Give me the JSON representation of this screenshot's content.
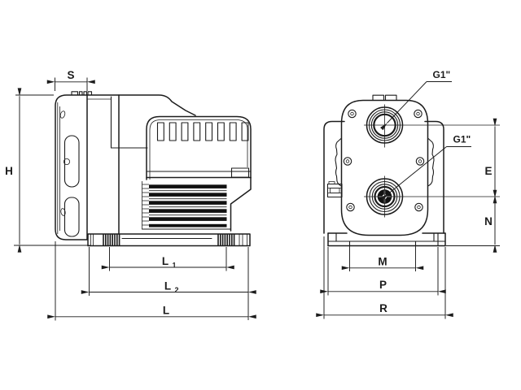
{
  "colors": {
    "line": "#1c1c1c",
    "background": "#ffffff",
    "fin_fill": "#111111"
  },
  "labels": {
    "side": {
      "s": "S",
      "h": "H",
      "l1_base": "L",
      "l1_sub": "1",
      "l2_base": "L",
      "l2_sub": "2",
      "l": "L"
    },
    "front": {
      "port_top": "G1\"",
      "port_front": "G1\"",
      "e": "E",
      "n": "N",
      "m": "M",
      "p": "P",
      "r": "R"
    }
  }
}
